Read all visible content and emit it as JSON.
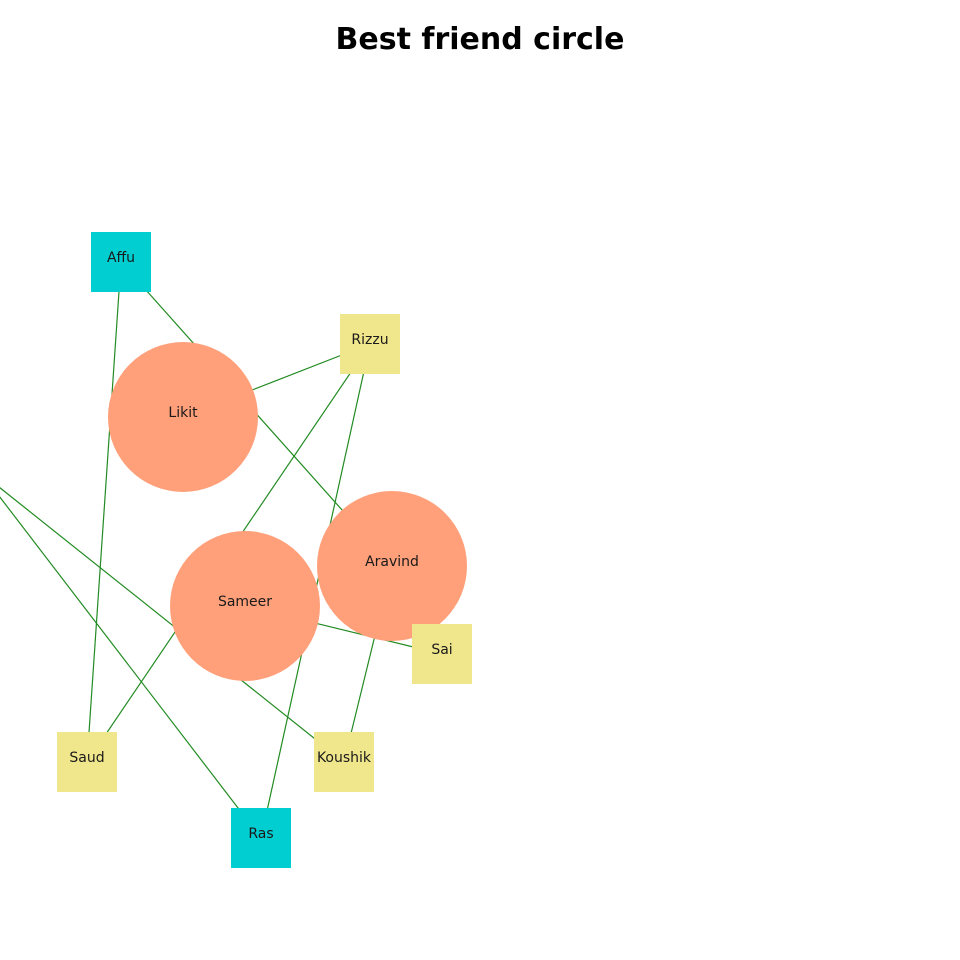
{
  "title": "Best friend circle",
  "colors": {
    "circle_fill": "#FFA07A",
    "teal_square_fill": "#00CED1",
    "yellow_square_fill": "#F0E68C",
    "edge": "#228B22",
    "label": "#1a1a1a"
  },
  "nodes": [
    {
      "id": "Affu",
      "label": "Affu",
      "shape": "square",
      "group": "teal"
    },
    {
      "id": "Rizzu",
      "label": "Rizzu",
      "shape": "square",
      "group": "yellow"
    },
    {
      "id": "Likit",
      "label": "Likit",
      "shape": "circle",
      "group": "core"
    },
    {
      "id": "Aravind",
      "label": "Aravind",
      "shape": "circle",
      "group": "core"
    },
    {
      "id": "Sameer",
      "label": "Sameer",
      "shape": "circle",
      "group": "core"
    },
    {
      "id": "Sai",
      "label": "Sai",
      "shape": "square",
      "group": "yellow"
    },
    {
      "id": "Saud",
      "label": "Saud",
      "shape": "square",
      "group": "yellow"
    },
    {
      "id": "Koushik",
      "label": "Koushik",
      "shape": "square",
      "group": "yellow"
    },
    {
      "id": "Ras",
      "label": "Ras",
      "shape": "square",
      "group": "teal"
    }
  ],
  "edges": [
    {
      "source": "Affu",
      "target": "Aravind"
    },
    {
      "source": "Affu",
      "target": "Saud"
    },
    {
      "source": "Rizzu",
      "target": "Likit"
    },
    {
      "source": "Rizzu",
      "target": "Saud"
    },
    {
      "source": "Rizzu",
      "target": "Ras"
    },
    {
      "source": "Sameer",
      "target": "Sai"
    },
    {
      "source": "Aravind",
      "target": "Koushik"
    },
    {
      "source": "offscreen-left-1",
      "target": "Koushik"
    },
    {
      "source": "offscreen-left-2",
      "target": "Ras"
    }
  ]
}
